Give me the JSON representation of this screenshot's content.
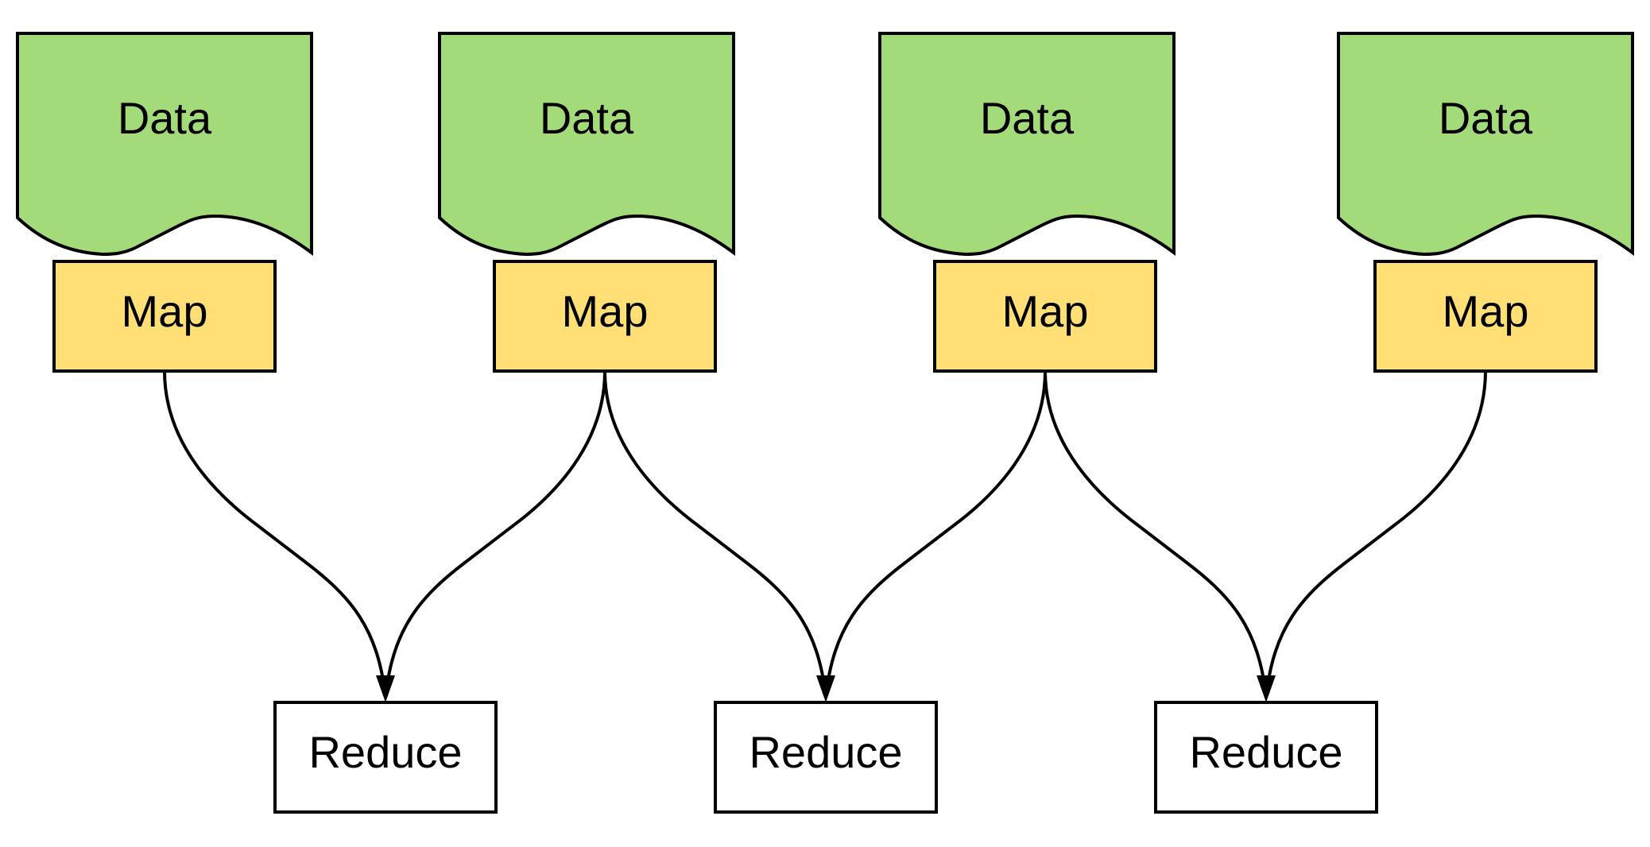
{
  "diagram": {
    "colors": {
      "data_fill": "#A3DA7A",
      "map_fill": "#FFDF76",
      "reduce_fill": "#FFFFFF",
      "stroke": "#000000"
    },
    "data_nodes": [
      {
        "label": "Data"
      },
      {
        "label": "Data"
      },
      {
        "label": "Data"
      },
      {
        "label": "Data"
      }
    ],
    "map_nodes": [
      {
        "label": "Map"
      },
      {
        "label": "Map"
      },
      {
        "label": "Map"
      },
      {
        "label": "Map"
      }
    ],
    "reduce_nodes": [
      {
        "label": "Reduce"
      },
      {
        "label": "Reduce"
      },
      {
        "label": "Reduce"
      }
    ],
    "edges": [
      {
        "from": "map-1",
        "to": "reduce-1"
      },
      {
        "from": "map-2",
        "to": "reduce-1"
      },
      {
        "from": "map-2",
        "to": "reduce-2"
      },
      {
        "from": "map-3",
        "to": "reduce-2"
      },
      {
        "from": "map-3",
        "to": "reduce-3"
      },
      {
        "from": "map-4",
        "to": "reduce-3"
      }
    ]
  }
}
